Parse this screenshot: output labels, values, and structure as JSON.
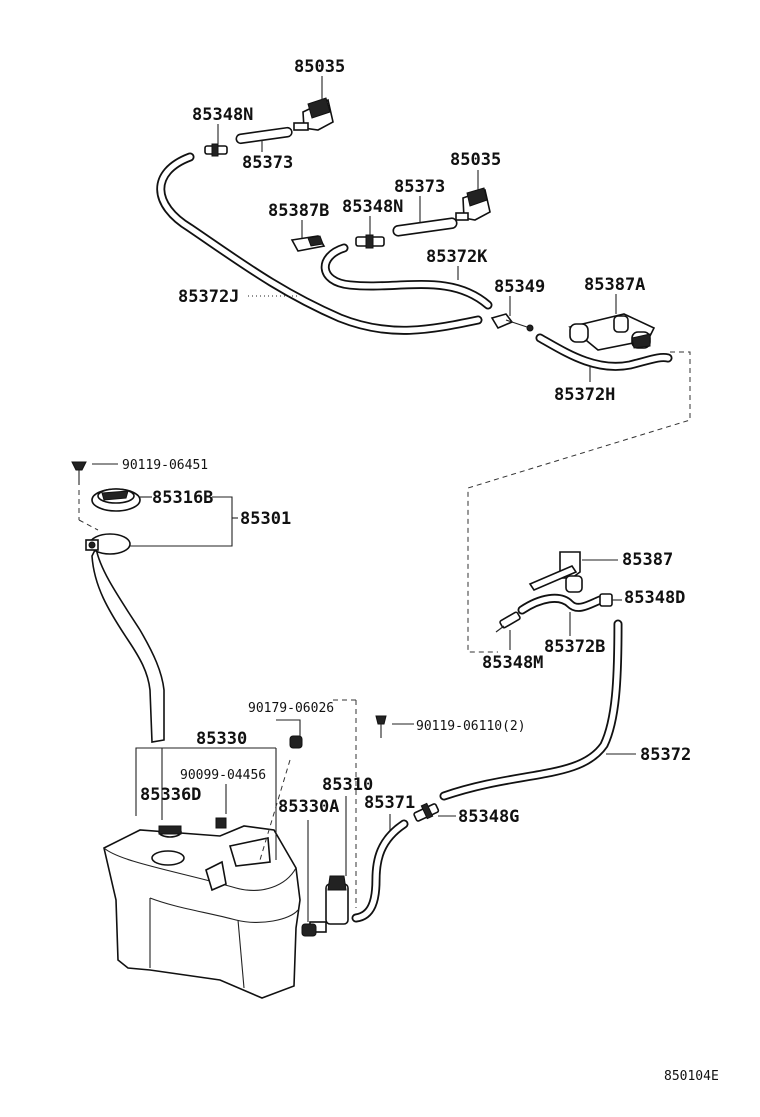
{
  "labels": {
    "n85035a": "85035",
    "n85348Na": "85348N",
    "n85373a": "85373",
    "n85035b": "85035",
    "n85373b": "85373",
    "n85387B": "85387B",
    "n85348Nb": "85348N",
    "n85372K": "85372K",
    "n85349": "85349",
    "n85387A": "85387A",
    "n85372J": "85372J",
    "n85372H": "85372H",
    "n90119_06451": "90119-06451",
    "n85316B": "85316B",
    "n85301": "85301",
    "n85387": "85387",
    "n85348D": "85348D",
    "n85348M": "85348M",
    "n85372B": "85372B",
    "n90179_06026": "90179-06026",
    "n90119_06110": "90119-06110(2)",
    "n85372": "85372",
    "n85330": "85330",
    "n90099_04456": "90099-04456",
    "n85336D": "85336D",
    "n85310": "85310",
    "n85330A": "85330A",
    "n85371": "85371",
    "n85348G": "85348G"
  },
  "diagram_code": "850104E"
}
